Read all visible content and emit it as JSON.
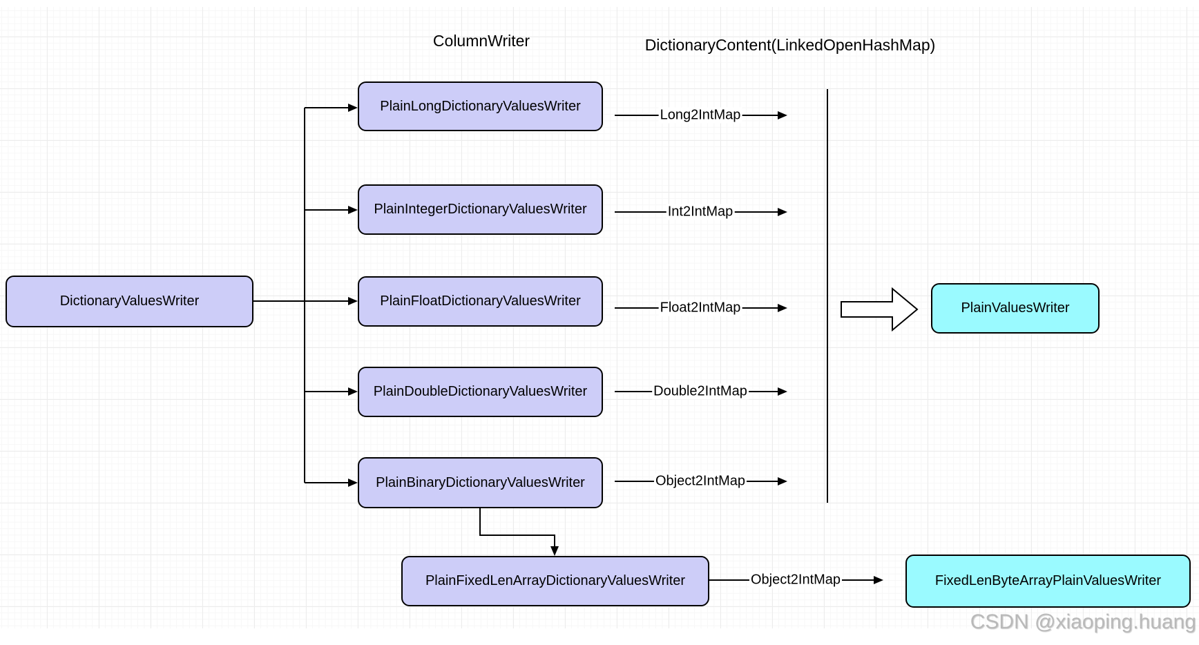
{
  "diagram": {
    "headers": {
      "column_writer": "ColumnWriter",
      "dictionary_content": "DictionaryContent(LinkedOpenHashMap)"
    },
    "root": {
      "label": "DictionaryValuesWriter"
    },
    "writers": [
      {
        "label": "PlainLongDictionaryValuesWriter",
        "map": "Long2IntMap"
      },
      {
        "label": "PlainIntegerDictionaryValuesWriter",
        "map": "Int2IntMap"
      },
      {
        "label": "PlainFloatDictionaryValuesWriter",
        "map": "Float2IntMap"
      },
      {
        "label": "PlainDoubleDictionaryValuesWriter",
        "map": "Double2IntMap"
      },
      {
        "label": "PlainBinaryDictionaryValuesWriter",
        "map": "Object2IntMap"
      }
    ],
    "fixed_len_writer": {
      "label": "PlainFixedLenArrayDictionaryValuesWriter",
      "map": "Object2IntMap"
    },
    "plain_values_writer": {
      "label": "PlainValuesWriter"
    },
    "fixed_len_plain_values_writer": {
      "label": "FixedLenByteArrayPlainValuesWriter"
    },
    "colors": {
      "writer_fill": "#cdcdf8",
      "plain_fill": "#9afaff",
      "stroke": "#000000",
      "grid_major": "#ececec"
    },
    "watermark": "CSDN @xiaoping.huang"
  }
}
